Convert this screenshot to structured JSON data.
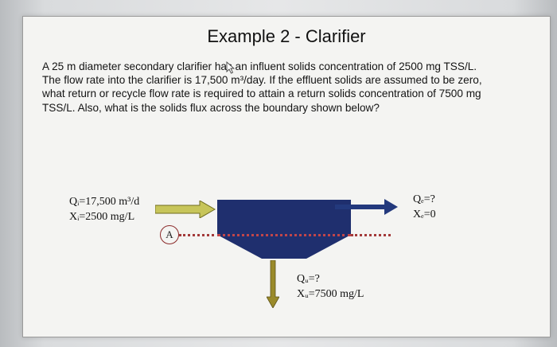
{
  "slide": {
    "title": "Example 2 - Clarifier",
    "problem_text": "A 25 m diameter secondary clarifier has an influent solids concentration of 2500 mg TSS/L. The flow rate into the clarifier is 17,500 m³/day. If the effluent solids are assumed to be zero, what return or recycle flow rate is required to attain a return solids concentration of 7500 mg TSS/L. Also, what is the solids flux across the boundary shown below?"
  },
  "diagram": {
    "influent": {
      "flow": "Qᵢ=17,500 m³/d",
      "conc": "Xᵢ=2500 mg/L"
    },
    "effluent": {
      "flow": "Qₑ=?",
      "conc": "Xₑ=0"
    },
    "underflow": {
      "flow": "Qᵤ=?",
      "conc": "Xᵤ=7500 mg/L"
    },
    "boundary_label": "A"
  },
  "colors": {
    "influent_arrow": "#c7c55a",
    "effluent_arrow": "#23397d",
    "underflow_arrow": "#9a8a2a",
    "clarifier": "#1f2f6e",
    "boundary": "#a33a3a"
  }
}
